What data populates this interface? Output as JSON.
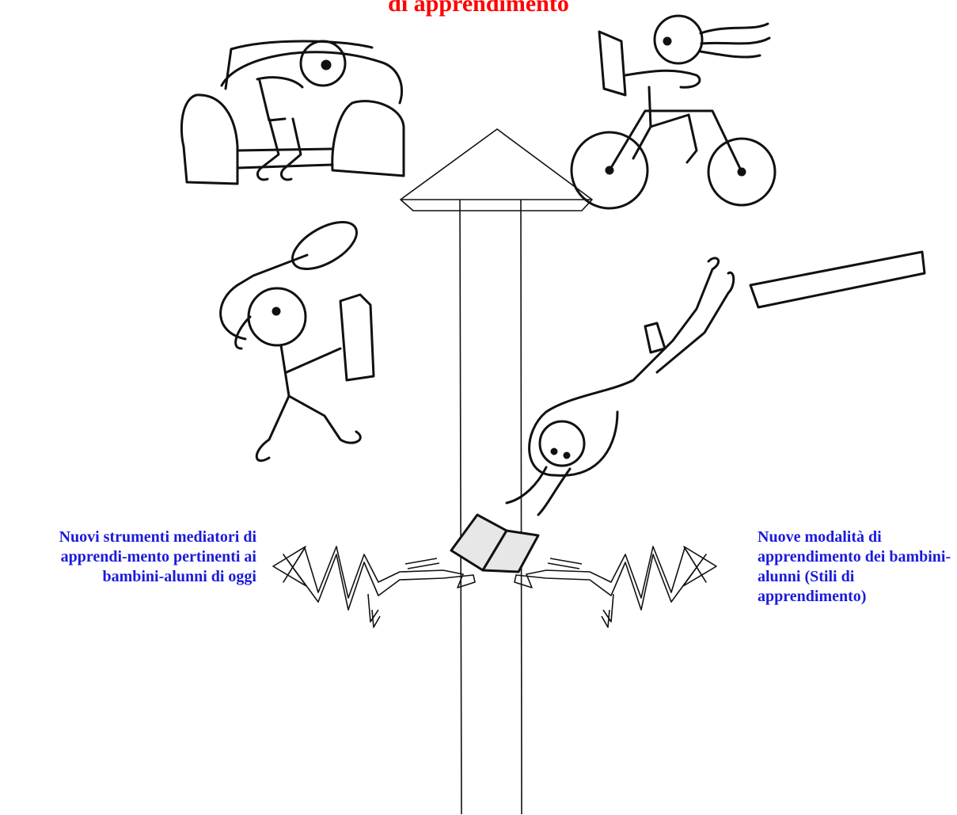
{
  "title": "di apprendimento",
  "labels": {
    "left": "Nuovi strumenti mediatori di apprendi-mento pertinenti ai bambini-alunni di oggi",
    "right": "Nuove modalità di apprendimento dei bambini-alunni (Stili di apprendimento)"
  },
  "colors": {
    "title": "#ff0000",
    "labels": "#1a1adc",
    "ink": "#111111",
    "background": "#ffffff"
  }
}
